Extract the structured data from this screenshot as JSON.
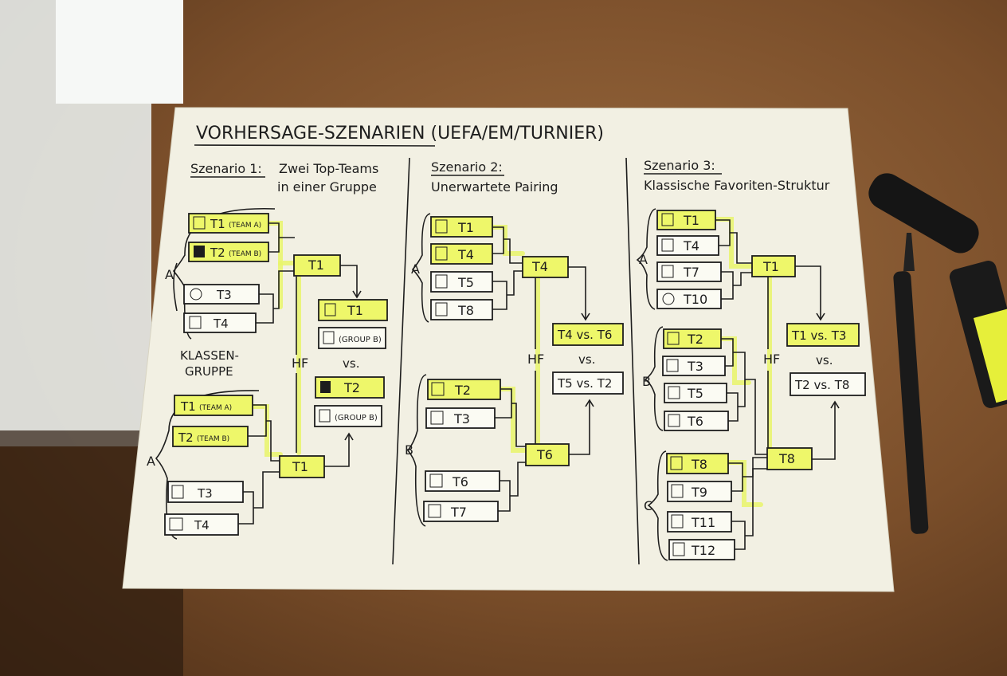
{
  "title": "VORHERSAGE-SZENARIEN  (UEFA/EM/TURNIER)",
  "colors": {
    "highlight": "#eef76a",
    "paper": "#f2f0e3",
    "ink": "#1d1d1d"
  },
  "scenarios": [
    {
      "heading": "Szenario 1:",
      "subtitle_line1": "Zwei Top-Teams",
      "subtitle_line2": "in einer Gruppe",
      "group_a_top": "A",
      "group_a_bottom": "A",
      "group_note_line1": "KLASSEN-",
      "group_note_line2": "GRUPPE",
      "hf": "HF",
      "teams_top": [
        {
          "label": "T1",
          "suffix": "(TEAM A)"
        },
        {
          "label": "T2",
          "suffix": "(TEAM B)"
        },
        {
          "label": "T3",
          "suffix": ""
        },
        {
          "label": "T4",
          "suffix": ""
        }
      ],
      "teams_bottom": [
        {
          "label": "T1",
          "suffix": "(TEAM A)"
        },
        {
          "label": "T2",
          "suffix": "(TEAM B)"
        },
        {
          "label": "T3",
          "suffix": ""
        },
        {
          "label": "T4",
          "suffix": ""
        }
      ],
      "winner_top": "T1",
      "winner_bottom": "T1",
      "final_top": "T1",
      "final_top_sub": "(GROUP B)",
      "vs": "vs.",
      "final_bottom": "T2",
      "final_bottom_sub": "(GROUP B)"
    },
    {
      "heading": "Szenario 2:",
      "subtitle": "Unerwartete Pairing",
      "group_a": "A",
      "group_b": "B",
      "hf": "HF",
      "teams_a": [
        "T1",
        "T4",
        "T5",
        "T8"
      ],
      "teams_b": [
        "T2",
        "T3",
        "T6",
        "T7"
      ],
      "winner_a": "T4",
      "winner_b": "T6",
      "final_top": "T4 vs. T6",
      "vs": "vs.",
      "final_bottom": "T5 vs. T2"
    },
    {
      "heading": "Szenario 3:",
      "subtitle": "Klassische Favoriten-Struktur",
      "group_a": "A",
      "group_b": "B",
      "group_c": "C",
      "hf": "HF",
      "teams_a": [
        "T1",
        "T4",
        "T7",
        "T10"
      ],
      "teams_b": [
        "T2",
        "T3",
        "T5",
        "T6"
      ],
      "teams_c": [
        "T8",
        "T9",
        "T11",
        "T12"
      ],
      "winner_a": "T1",
      "winner_c": "T8",
      "final_top": "T1 vs. T3",
      "vs": "vs.",
      "final_bottom": "T2 vs. T8"
    }
  ]
}
